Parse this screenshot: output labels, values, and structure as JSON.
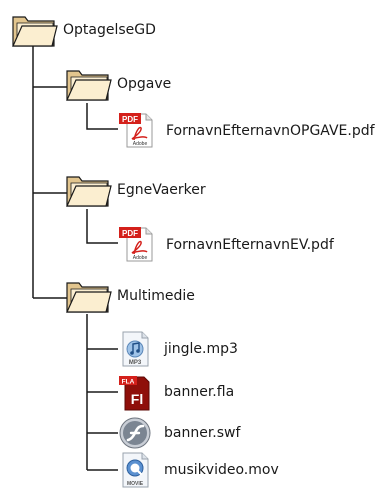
{
  "tree": {
    "root": {
      "label": "OptagelseGD",
      "icon": "folder-icon"
    },
    "folders": [
      {
        "label": "Opgave",
        "icon": "folder-icon",
        "files": [
          {
            "label": "FornavnEfternavnOPGAVE.pdf",
            "icon": "pdf-icon",
            "badge": "PDF",
            "brand": "Adobe"
          }
        ]
      },
      {
        "label": "EgneVaerker",
        "icon": "folder-icon",
        "files": [
          {
            "label": "FornavnEfternavnEV.pdf",
            "icon": "pdf-icon",
            "badge": "PDF",
            "brand": "Adobe"
          }
        ]
      },
      {
        "label": "Multimedie",
        "icon": "folder-icon",
        "files": [
          {
            "label": "jingle.mp3",
            "icon": "mp3-icon",
            "badge": "MP3"
          },
          {
            "label": "banner.fla",
            "icon": "fla-icon",
            "badge": "FLA",
            "glyph": "Fl"
          },
          {
            "label": "banner.swf",
            "icon": "swf-icon"
          },
          {
            "label": "musikvideo.mov",
            "icon": "mov-icon",
            "badge": "MOVIE"
          }
        ]
      }
    ]
  },
  "colors": {
    "line": "#1a1a1a",
    "folder_light": "#fbeed0",
    "folder_dark": "#e2c58e",
    "pdf_red": "#d4201b",
    "fla_red": "#b8160f"
  }
}
